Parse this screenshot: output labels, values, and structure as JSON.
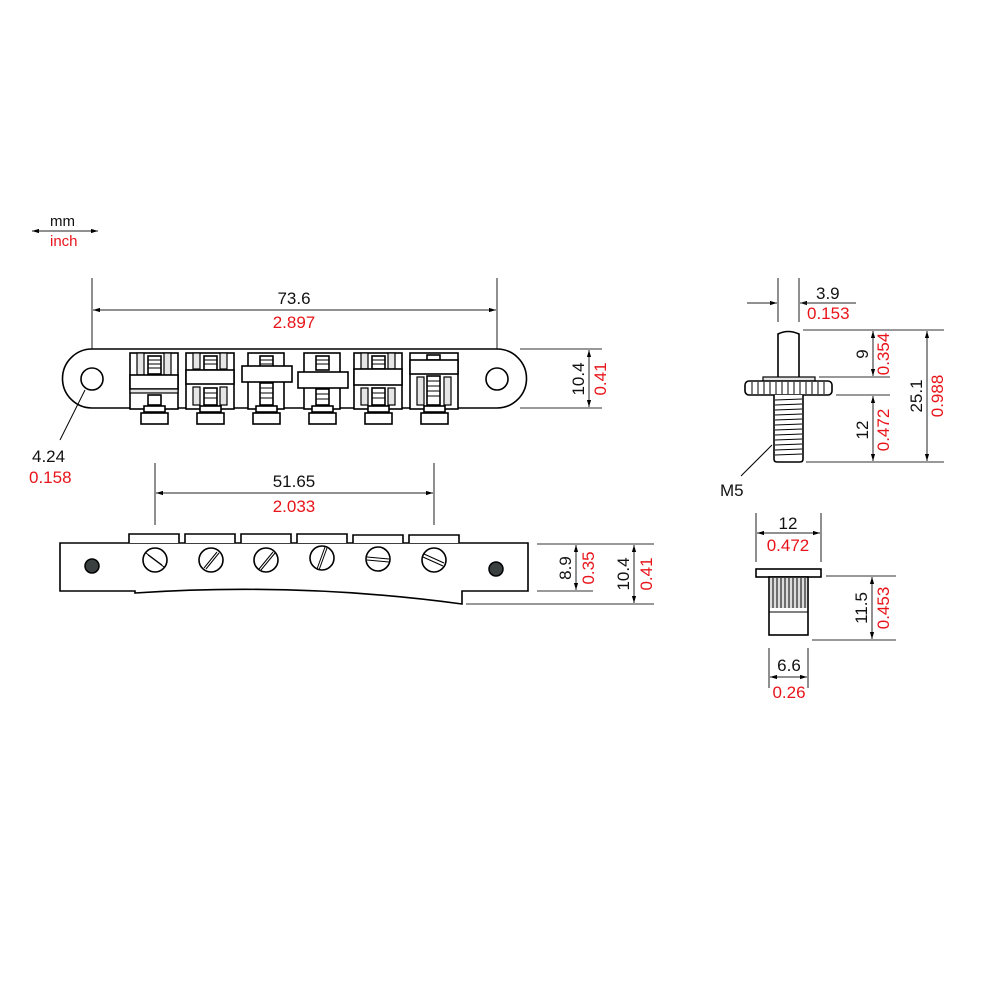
{
  "legend": {
    "top_unit": "mm",
    "bottom_unit": "inch",
    "mm_color": "#111111",
    "inch_color": "#e8141a"
  },
  "bridge_top": {
    "overall_length": {
      "mm": "73.6",
      "inch": "2.897"
    },
    "height": {
      "mm": "10.4",
      "inch": "0.41"
    },
    "hole_diameter": {
      "mm": "4.24",
      "inch": "0.158"
    },
    "saddle_count": 6
  },
  "bridge_side": {
    "post_spacing": {
      "mm": "51.65",
      "inch": "2.033"
    },
    "body_height": {
      "mm": "8.9",
      "inch": "0.35"
    },
    "total_height": {
      "mm": "10.4",
      "inch": "0.41"
    }
  },
  "stud": {
    "post_diameter": {
      "mm": "3.9",
      "inch": "0.153"
    },
    "top_length": {
      "mm": "9",
      "inch": "0.354"
    },
    "thread_length": {
      "mm": "12",
      "inch": "0.472"
    },
    "total_length": {
      "mm": "25.1",
      "inch": "0.988"
    },
    "thread": "M5"
  },
  "anchor": {
    "flange_diameter": {
      "mm": "12",
      "inch": "0.472"
    },
    "height": {
      "mm": "11.5",
      "inch": "0.453"
    },
    "body_diameter": {
      "mm": "6.6",
      "inch": "0.26"
    }
  }
}
